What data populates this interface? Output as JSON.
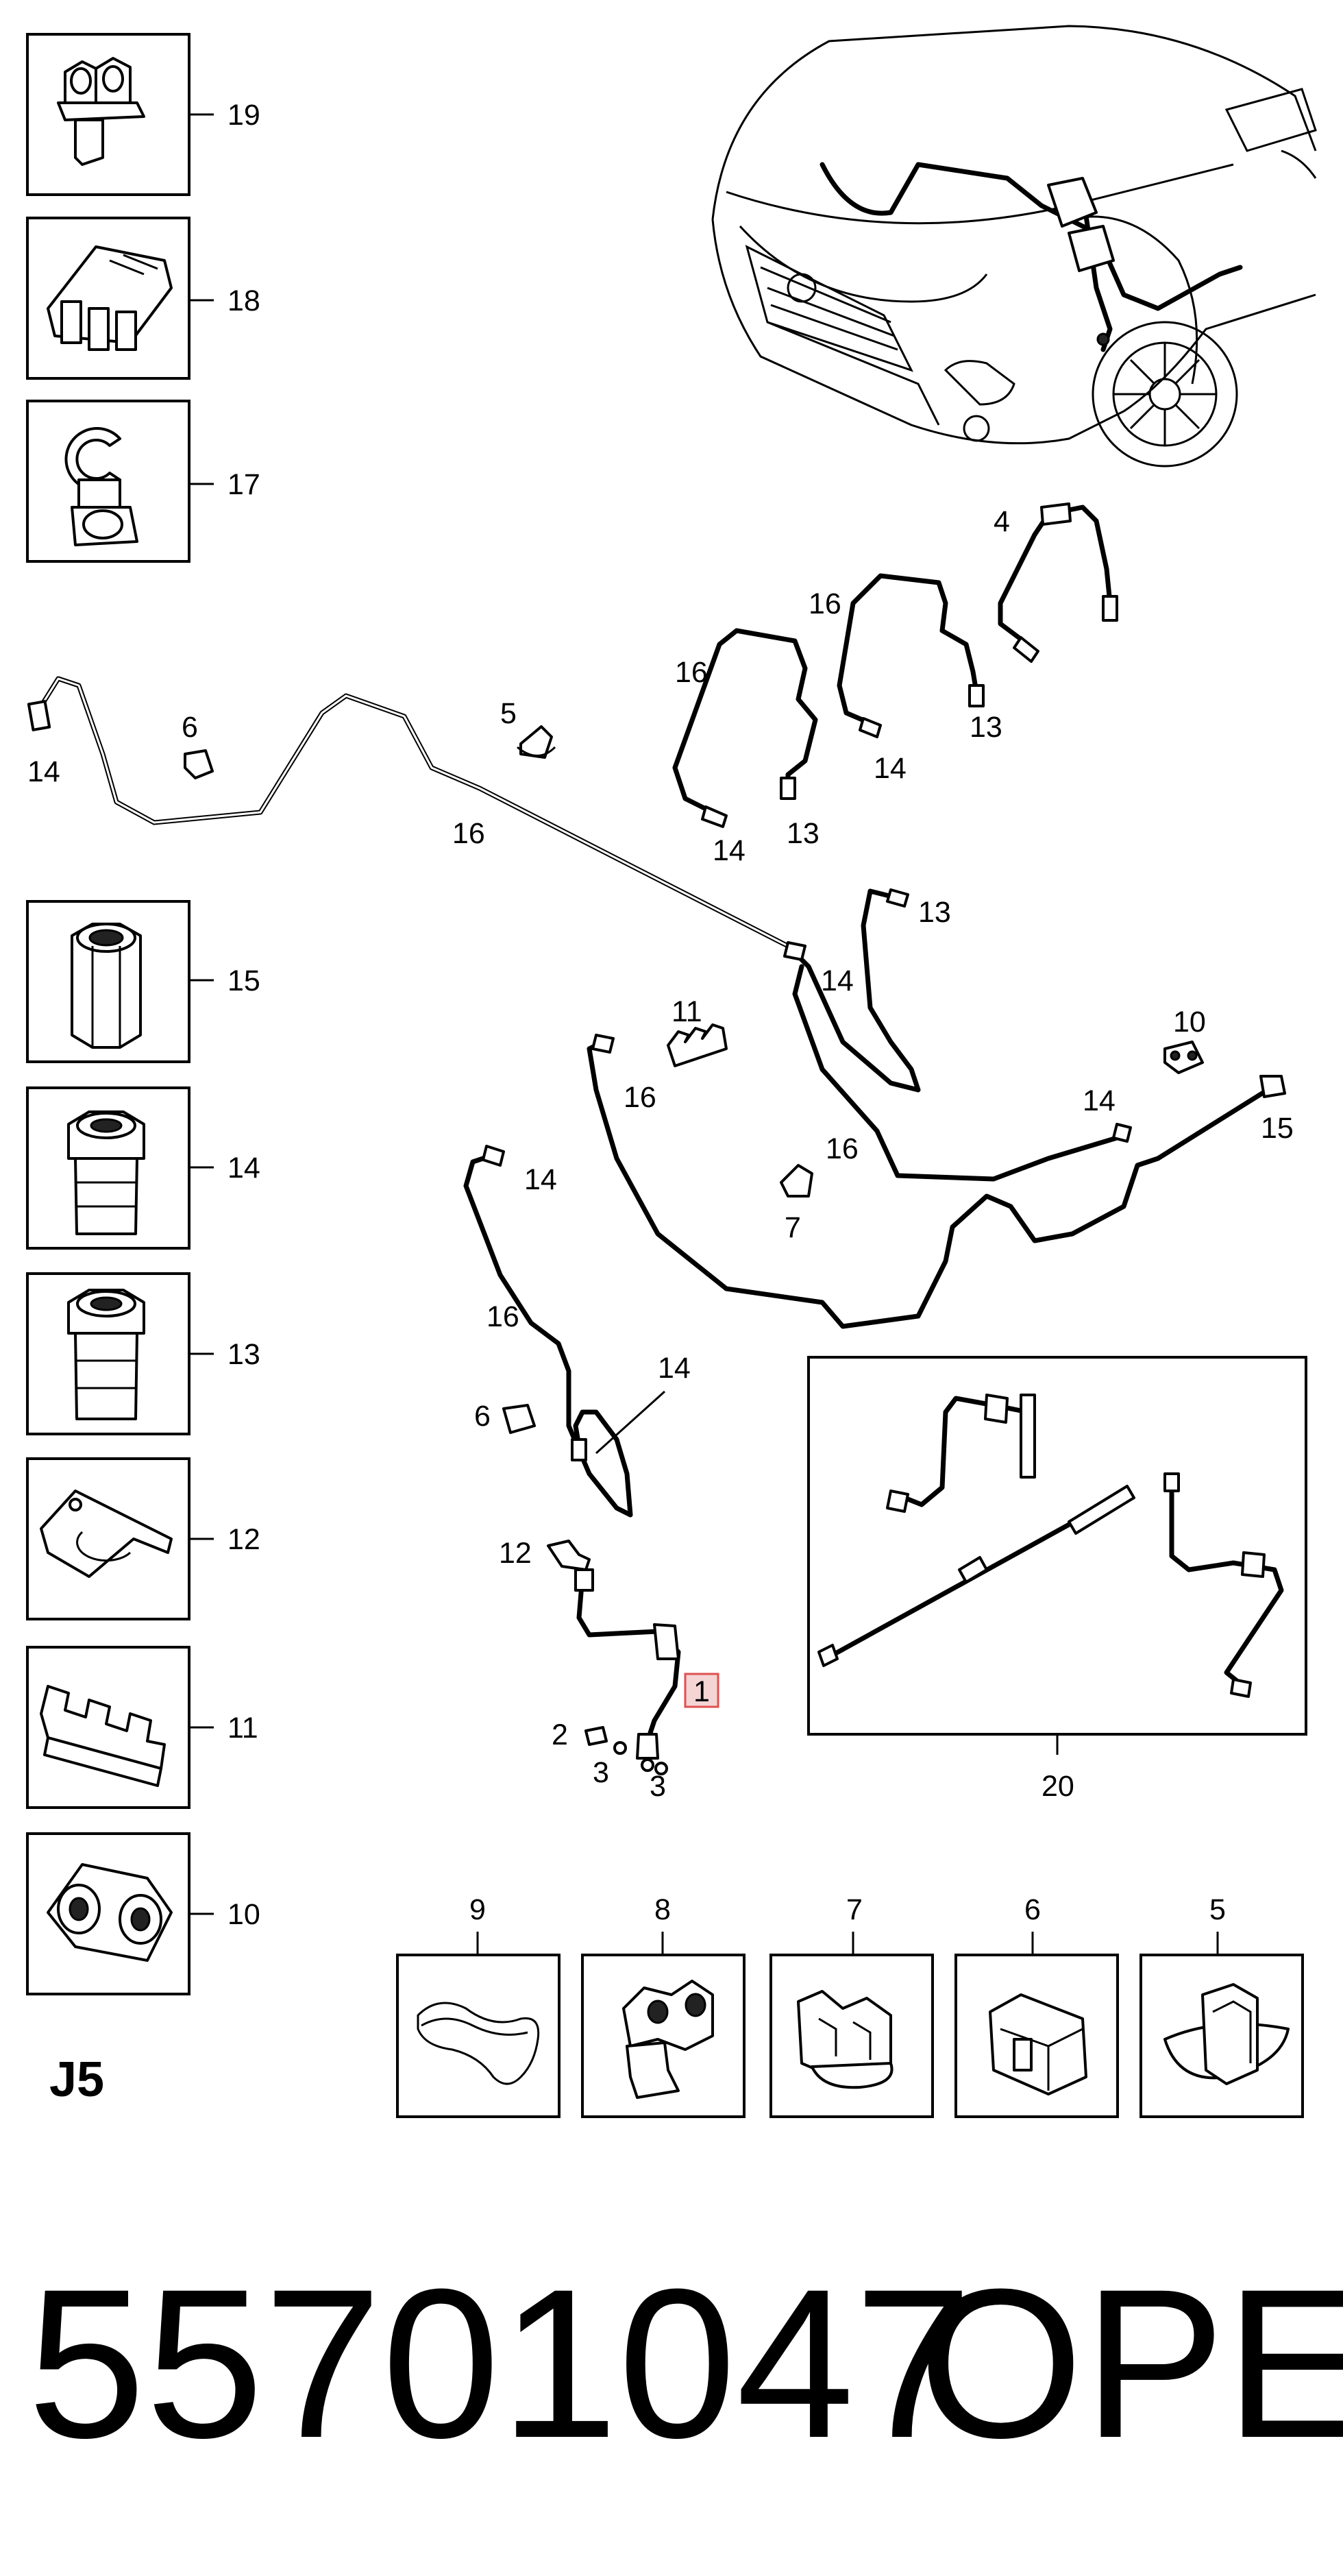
{
  "diagram": {
    "section_code": "J5",
    "part_number": "55701047",
    "brand": "OPEL",
    "highlighted_callout": "1",
    "legend_items": [
      {
        "num": "19",
        "icon": "double-pipe-clip-icon"
      },
      {
        "num": "18",
        "icon": "multi-pipe-bracket-icon"
      },
      {
        "num": "17",
        "icon": "single-pipe-clip-icon"
      },
      {
        "num": "15",
        "icon": "hex-union-nut-icon"
      },
      {
        "num": "14",
        "icon": "short-union-nut-icon"
      },
      {
        "num": "13",
        "icon": "long-union-nut-icon"
      },
      {
        "num": "12",
        "icon": "hose-bracket-icon"
      },
      {
        "num": "11",
        "icon": "multi-pipe-comb-clip-icon"
      },
      {
        "num": "10",
        "icon": "twin-pipe-holder-icon"
      }
    ],
    "bottom_items": [
      {
        "num": "9",
        "icon": "spring-wire-clip-icon"
      },
      {
        "num": "8",
        "icon": "stacked-pipe-clip-icon"
      },
      {
        "num": "7",
        "icon": "dual-clip-with-base-icon"
      },
      {
        "num": "6",
        "icon": "single-block-clip-icon"
      },
      {
        "num": "5",
        "icon": "clip-with-round-flange-icon"
      }
    ],
    "callouts": {
      "c4": "4",
      "c16a": "16",
      "c16b": "16",
      "c16c": "16",
      "c16d": "16",
      "c16e": "16",
      "c16f": "16",
      "c14a": "14",
      "c14b": "14",
      "c14c": "14",
      "c14d": "14",
      "c14e": "14",
      "c14f": "14",
      "c14g": "14",
      "c13a": "13",
      "c13b": "13",
      "c13c": "13",
      "c6a": "6",
      "c6b": "6",
      "c5": "5",
      "c11": "11",
      "c10": "10",
      "c15": "15",
      "c7": "7",
      "c12": "12",
      "c2": "2",
      "c3a": "3",
      "c3b": "3",
      "c20": "20"
    }
  }
}
